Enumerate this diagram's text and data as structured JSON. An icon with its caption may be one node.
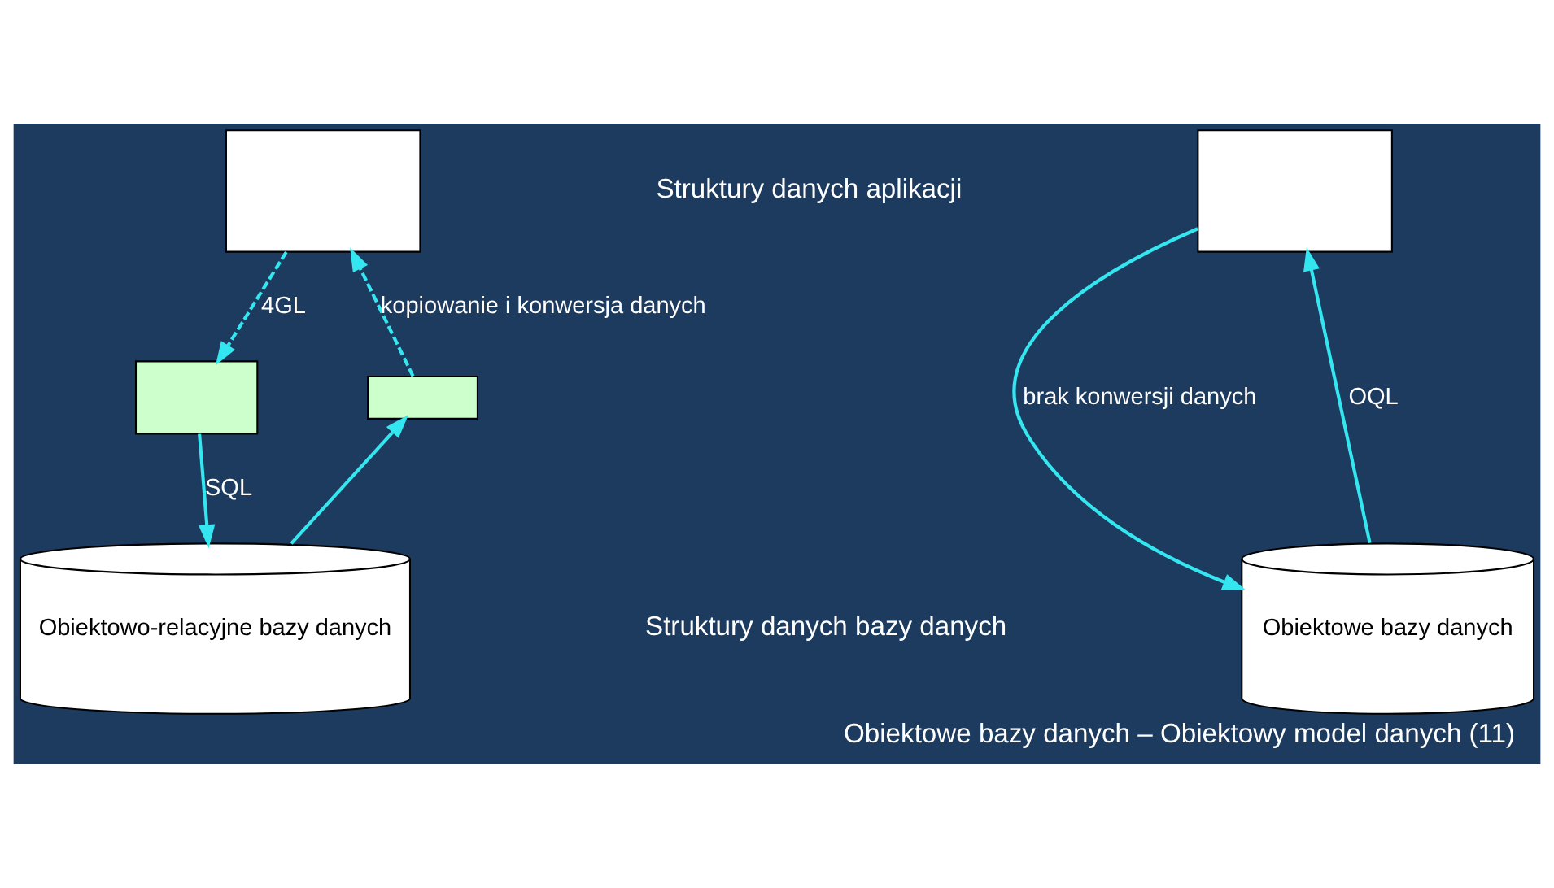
{
  "diagram": {
    "caption": "Obiektowe bazy danych – Obiektowy model danych (11)",
    "nodes": [
      {
        "text": [],
        "shape": "box"
      },
      {
        "text": [],
        "shape": "box"
      },
      {
        "text": [],
        "shape": "box"
      },
      {
        "text": [],
        "shape": "box"
      },
      {
        "text": [
          "Obiektowo-relacyjne bazy danych"
        ]
      },
      {
        "text": [
          "Obiektowe bazy danych"
        ]
      }
    ],
    "edges": [
      {
        "from": 0,
        "to": 2,
        "arrow": "to",
        "style": "dashed",
        "label": "4GL"
      },
      {
        "from": 3,
        "to": 0,
        "arrow": "to",
        "style": "dashed",
        "label": "kopiowanie i konwersja danych"
      },
      {
        "from": 2,
        "to": 4,
        "arrow": "to",
        "label": "SQL"
      },
      {
        "from": 4,
        "to": 3,
        "arrow": "to"
      },
      {
        "from": 1,
        "to": 5,
        "arrow": "to",
        "label": "brak konwersji danych"
      },
      {
        "from": 5,
        "to": 1,
        "arrow": "to",
        "label": "OQL"
      }
    ],
    "labels": [
      "Struktury danych aplikacji",
      "Struktury danych bazy danych"
    ]
  }
}
